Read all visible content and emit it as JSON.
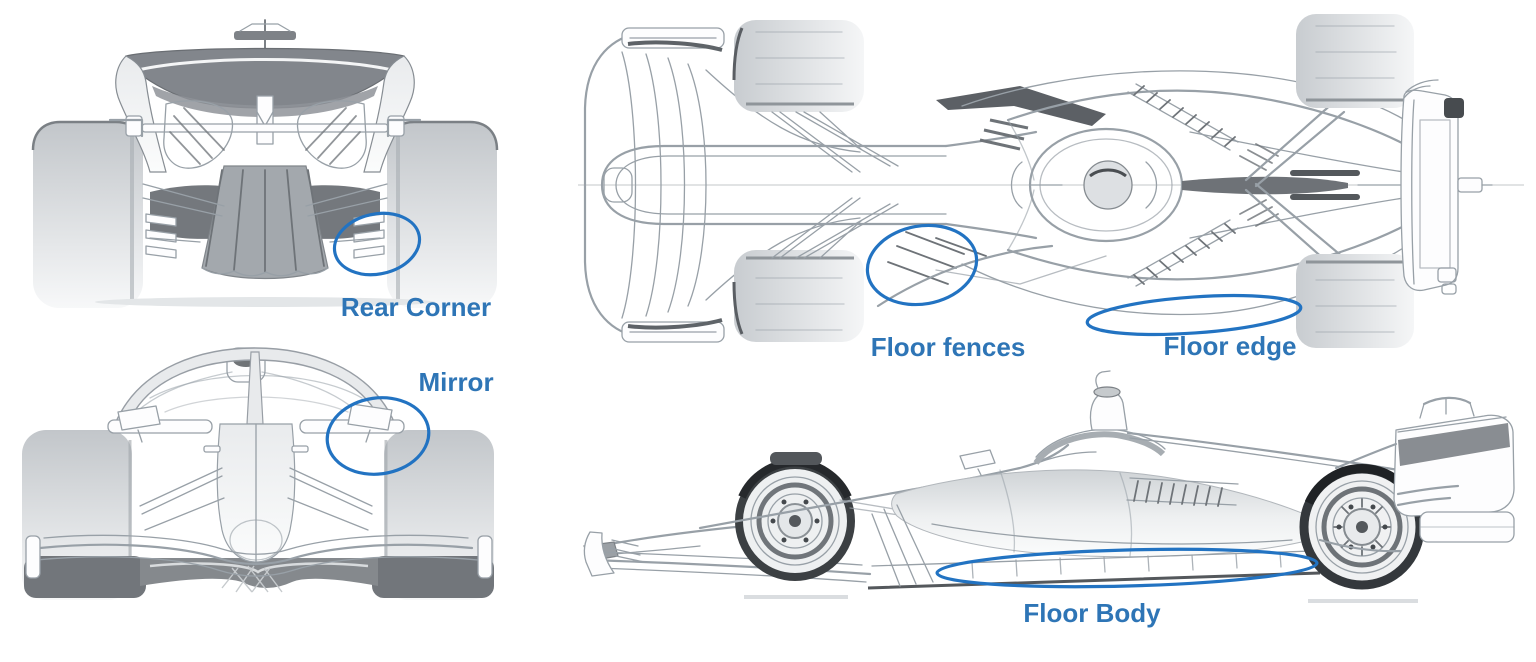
{
  "annotations": {
    "rear_corner": {
      "label": "Rear Corner"
    },
    "mirror": {
      "label": "Mirror"
    },
    "floor_fences": {
      "label": "Floor fences"
    },
    "floor_edge": {
      "label": "Floor edge"
    },
    "floor_body": {
      "label": "Floor Body"
    }
  },
  "palette": {
    "annotation_text": "#2E75B6",
    "annotation_ellipse": "#2273C2",
    "wireframe_line": "#98A0A7",
    "wireframe_dark": "#6E7378",
    "dark_fill": "#7E8287",
    "tire_dark": "#3A3E42",
    "background": "#FFFFFF"
  }
}
